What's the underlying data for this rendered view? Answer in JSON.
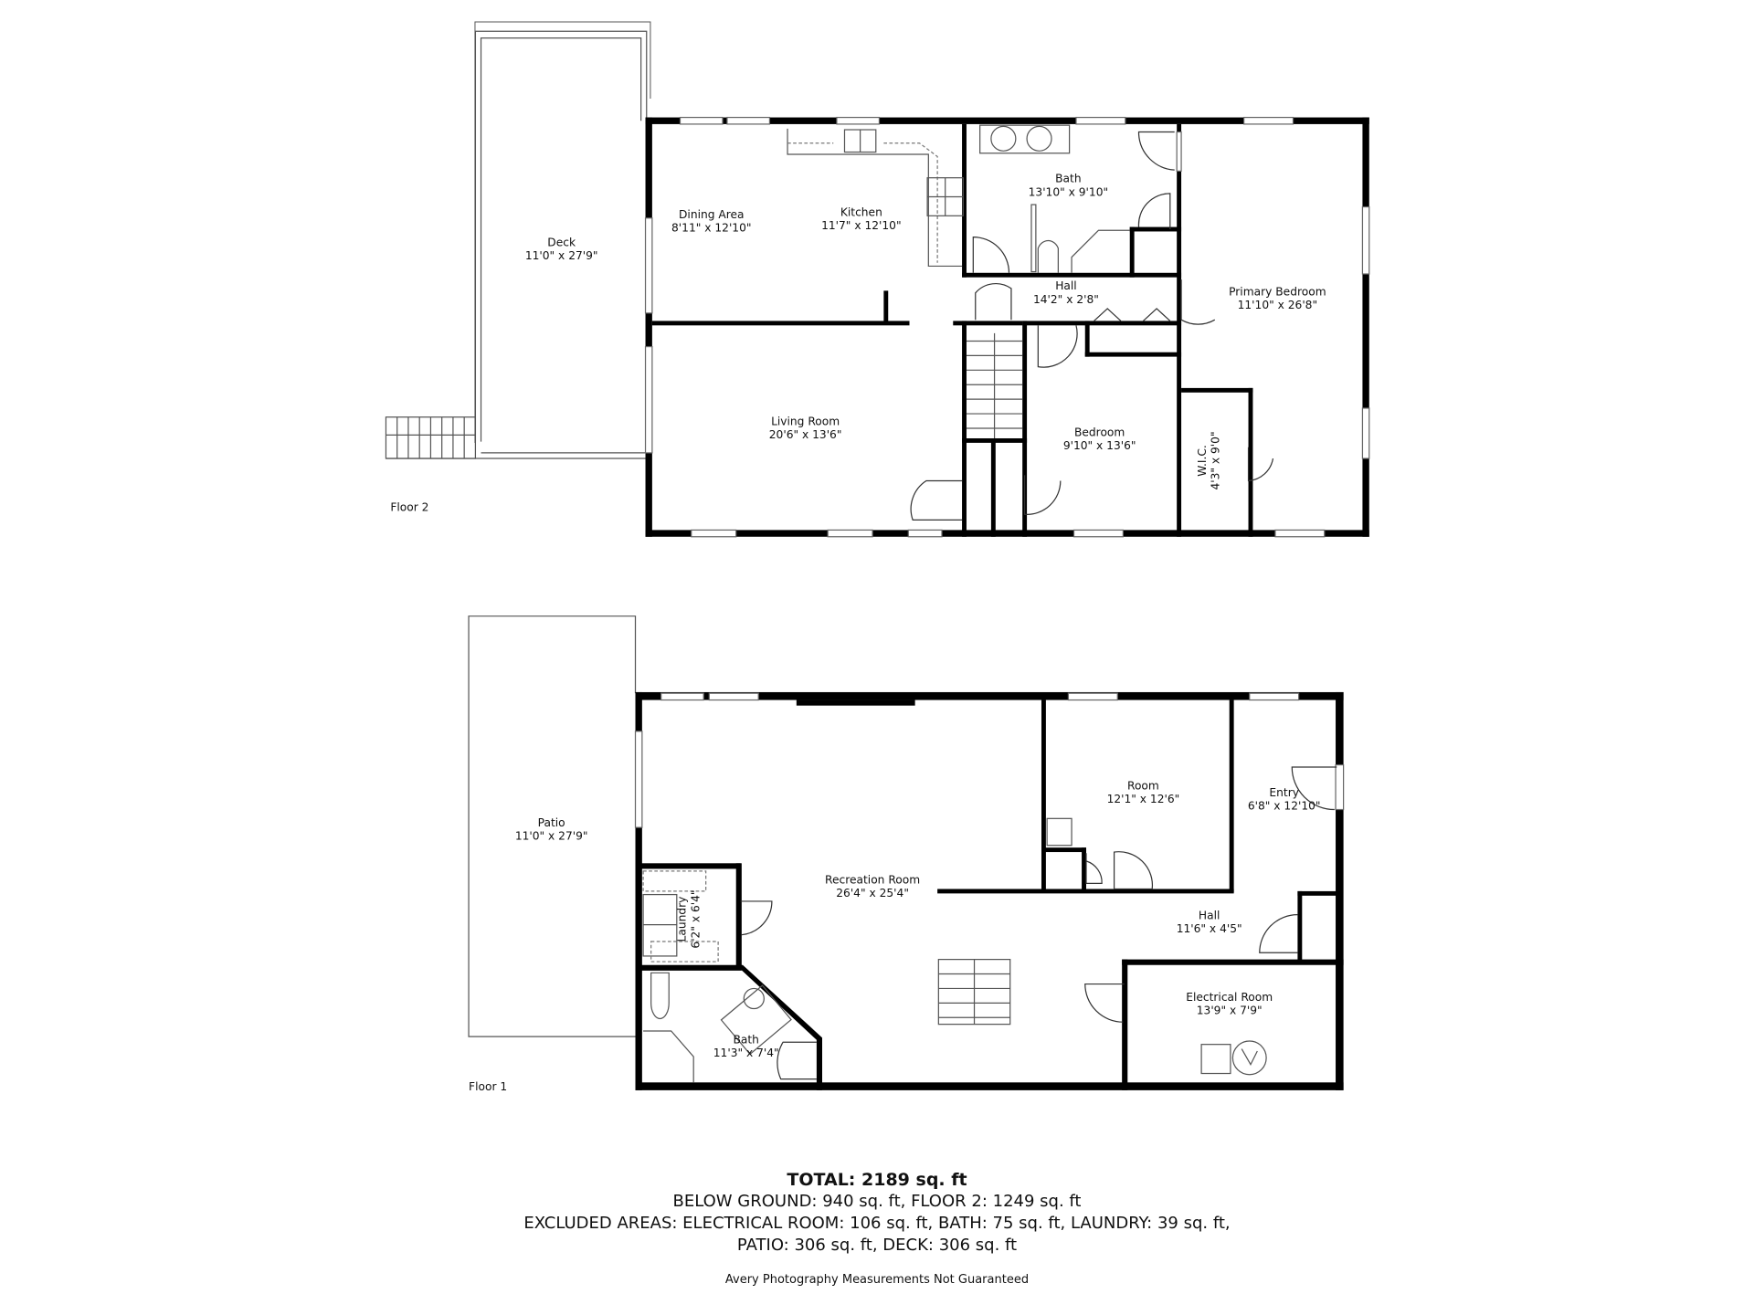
{
  "floors": [
    {
      "label": "Floor 2",
      "rooms": [
        {
          "name": "Deck",
          "dims": "11'0\" x 27'9\""
        },
        {
          "name": "Dining Area",
          "dims": "8'11\" x 12'10\""
        },
        {
          "name": "Kitchen",
          "dims": "11'7\" x 12'10\""
        },
        {
          "name": "Bath",
          "dims": "13'10\" x 9'10\""
        },
        {
          "name": "Hall",
          "dims": "14'2\" x 2'8\""
        },
        {
          "name": "Primary Bedroom",
          "dims": "11'10\" x 26'8\""
        },
        {
          "name": "Living Room",
          "dims": "20'6\" x 13'6\""
        },
        {
          "name": "Bedroom",
          "dims": "9'10\" x 13'6\""
        },
        {
          "name": "W.I.C.",
          "dims": "4'3\" x 9'0\""
        }
      ]
    },
    {
      "label": "Floor 1",
      "rooms": [
        {
          "name": "Patio",
          "dims": "11'0\" x 27'9\""
        },
        {
          "name": "Room",
          "dims": "12'1\" x 12'6\""
        },
        {
          "name": "Entry",
          "dims": "6'8\" x 12'10\""
        },
        {
          "name": "Recreation Room",
          "dims": "26'4\" x 25'4\""
        },
        {
          "name": "Laundry",
          "dims": "6'2\" x 6'4\""
        },
        {
          "name": "Hall",
          "dims": "11'6\" x 4'5\""
        },
        {
          "name": "Bath",
          "dims": "11'3\" x 7'4\""
        },
        {
          "name": "Electrical Room",
          "dims": "13'9\" x 7'9\""
        }
      ]
    }
  ],
  "summary": {
    "total": "TOTAL: 2189 sq. ft",
    "line1": "BELOW GROUND: 940 sq. ft, FLOOR 2: 1249 sq. ft",
    "line2": "EXCLUDED AREAS: ELECTRICAL ROOM: 106 sq. ft, BATH: 75 sq. ft, LAUNDRY: 39 sq. ft,",
    "line3": "PATIO: 306 sq. ft, DECK: 306 sq. ft",
    "credit": "Avery Photography Measurements Not Guaranteed"
  }
}
